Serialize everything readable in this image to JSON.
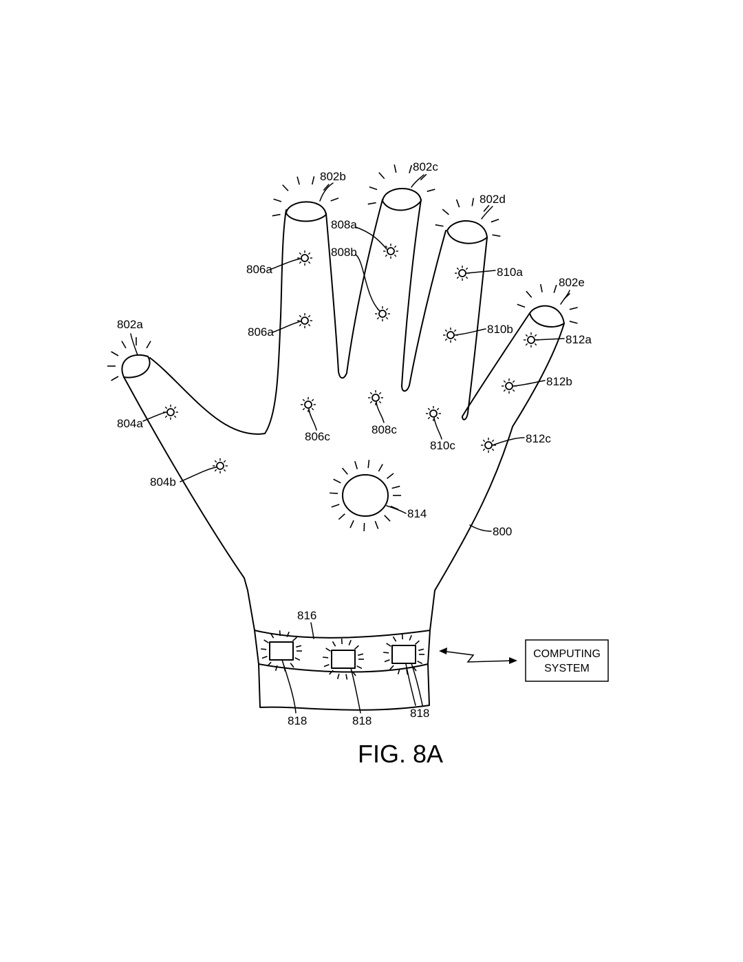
{
  "figure": {
    "title": "FIG. 8A",
    "glove_label": "800",
    "fingertip_labels": [
      "802a",
      "802b",
      "802c",
      "802d",
      "802e"
    ],
    "thumb_labels": [
      "804a",
      "804b"
    ],
    "index_labels": [
      "806a",
      "806a",
      "806c"
    ],
    "middle_labels": [
      "808a",
      "808b",
      "808c"
    ],
    "ring_labels": [
      "810a",
      "810b",
      "810c"
    ],
    "pinky_labels": [
      "812a",
      "812b",
      "812c"
    ],
    "palm_light_label": "814",
    "wristband_label": "816",
    "wristband_light_labels": [
      "818",
      "818",
      "818"
    ],
    "computing_system": {
      "line1": "COMPUTING",
      "line2": "SYSTEM"
    }
  }
}
